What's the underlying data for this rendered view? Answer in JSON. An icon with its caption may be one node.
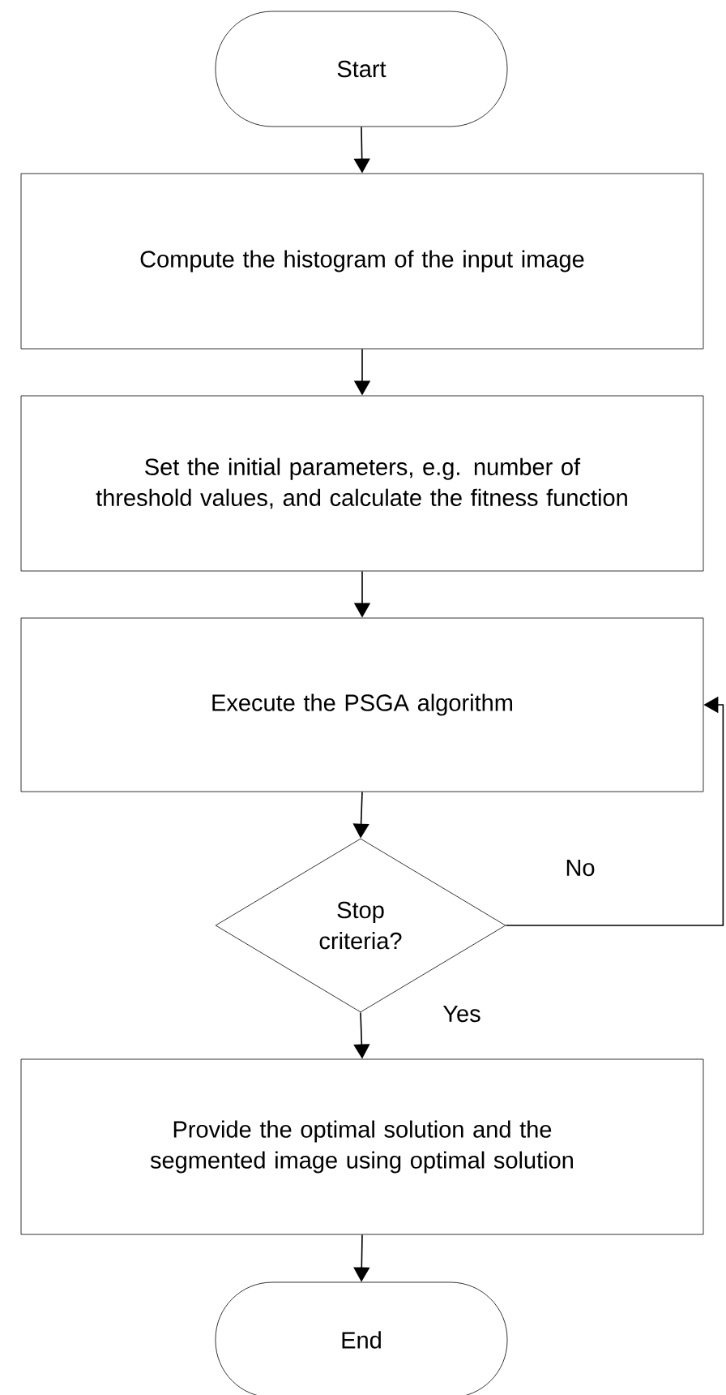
{
  "diagram": {
    "nodes": [
      {
        "text": [
          "Start"
        ]
      },
      {
        "text": [
          "Compute the histogram of the input image"
        ]
      },
      {
        "text": [
          "Set the initial parameters, e.g. number of threshold values, and calculate the fitness function"
        ]
      },
      {
        "text": [
          "Execute the PSGA  algorithm"
        ]
      },
      {
        "text": [
          "Stop criteria?"
        ]
      },
      {
        "text": [
          "Provide the optimal solution and the segmented image using optimal solution"
        ]
      },
      {
        "text": [
          "End"
        ]
      }
    ],
    "edges": [
      {
        "from": 0,
        "to": 1,
        "arrow": "to"
      },
      {
        "from": 1,
        "to": 2,
        "arrow": "to"
      },
      {
        "from": 2,
        "to": 3,
        "arrow": "to"
      },
      {
        "from": 3,
        "to": 4,
        "arrow": "to"
      },
      {
        "from": 4,
        "to": 3,
        "arrow": "to",
        "label": "No"
      },
      {
        "from": 4,
        "to": 5,
        "arrow": "to",
        "label": "Yes"
      },
      {
        "from": 5,
        "to": 6,
        "arrow": "to"
      }
    ]
  }
}
